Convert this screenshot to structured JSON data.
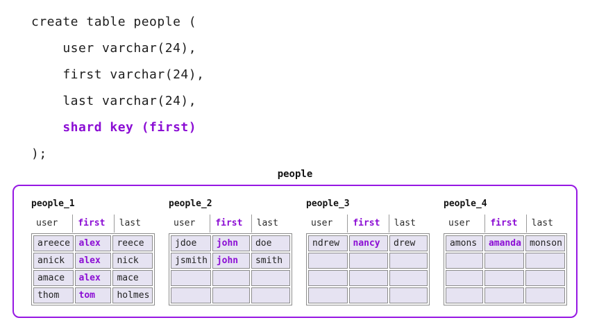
{
  "colors": {
    "accent_text": "#8B0DD4",
    "accent_border": "#9617E3",
    "cell_bg": "#E6E3F2",
    "grid_line": "#8B8B8B",
    "header_divider": "#9A9A9A",
    "code_text": "#1D1D1D"
  },
  "code": {
    "lines": [
      {
        "text": "create table people (",
        "accent": false
      },
      {
        "text": "    user varchar(24),",
        "accent": false
      },
      {
        "text": "    first varchar(24),",
        "accent": false
      },
      {
        "text": "    last varchar(24),",
        "accent": false
      },
      {
        "text": "    shard key (first)",
        "accent": true
      },
      {
        "text": ");",
        "accent": false
      }
    ]
  },
  "cluster": {
    "title": "people",
    "columns": [
      "user",
      "first",
      "last"
    ],
    "shard_column": "first",
    "shards": [
      {
        "name": "people_1",
        "rows": [
          [
            "areece",
            "alex",
            "reece"
          ],
          [
            "anick",
            "alex",
            "nick"
          ],
          [
            "amace",
            "alex",
            "mace"
          ],
          [
            "thom",
            "tom",
            "holmes"
          ]
        ]
      },
      {
        "name": "people_2",
        "rows": [
          [
            "jdoe",
            "john",
            "doe"
          ],
          [
            "jsmith",
            "john",
            "smith"
          ],
          [
            "",
            "",
            ""
          ],
          [
            "",
            "",
            ""
          ]
        ]
      },
      {
        "name": "people_3",
        "rows": [
          [
            "ndrew",
            "nancy",
            "drew"
          ],
          [
            "",
            "",
            ""
          ],
          [
            "",
            "",
            ""
          ],
          [
            "",
            "",
            ""
          ]
        ]
      },
      {
        "name": "people_4",
        "rows": [
          [
            "amons",
            "amanda",
            "monson"
          ],
          [
            "",
            "",
            ""
          ],
          [
            "",
            "",
            ""
          ],
          [
            "",
            "",
            ""
          ]
        ]
      }
    ]
  }
}
